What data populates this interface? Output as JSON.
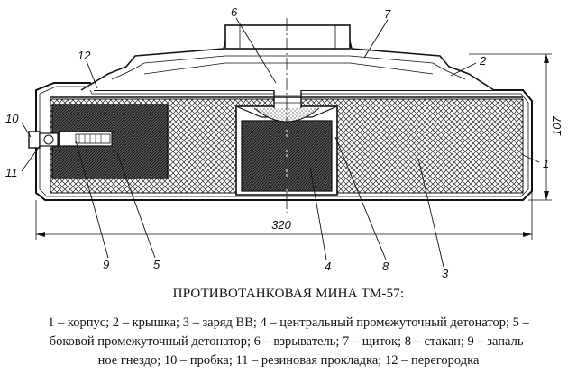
{
  "figure": {
    "title": "ПРОТИВОТАНКОВАЯ МИНА ТМ-57:",
    "legend_lines": [
      "1 – корпус; 2 – крышка; 3 – заряд ВВ; 4 – центральный промежуточный детонатор; 5 –",
      "боковой промежуточный детонатор; 6 – взрыватель; 7 – щиток; 8 – стакан; 9 – запаль-",
      "ное гнездо; 10 – пробка; 11 – резиновая прокладка; 12 – перегородка"
    ],
    "dimensions": {
      "width_label": "320",
      "height_label": "107"
    },
    "callouts": [
      "1",
      "2",
      "3",
      "4",
      "5",
      "6",
      "7",
      "8",
      "9",
      "10",
      "11",
      "12"
    ],
    "colors": {
      "ink": "#111111",
      "paper": "#ffffff"
    }
  }
}
